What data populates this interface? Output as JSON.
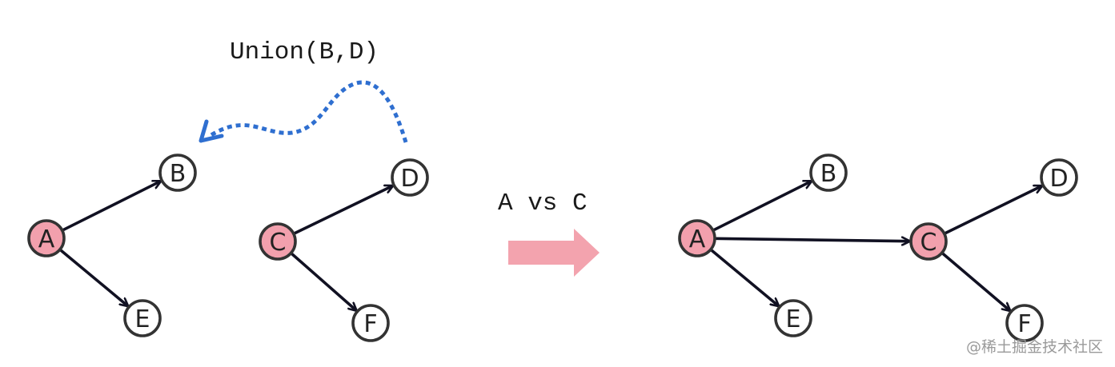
{
  "diagram": {
    "operation_label": "Union(B,D)",
    "comparison_label": "A vs C",
    "watermark": "@稀土掘金技术社区",
    "colors": {
      "root_fill": "#f2a0ad",
      "node_fill": "#ffffff",
      "node_stroke": "#333333",
      "edge": "#111122",
      "union_arrow": "#2f6fd0",
      "transition_arrow": "#f3a3ae"
    },
    "before": {
      "nodes": [
        {
          "id": "A",
          "label": "A",
          "root": true
        },
        {
          "id": "B",
          "label": "B",
          "root": false
        },
        {
          "id": "E",
          "label": "E",
          "root": false
        },
        {
          "id": "C",
          "label": "C",
          "root": true
        },
        {
          "id": "D",
          "label": "D",
          "root": false
        },
        {
          "id": "F",
          "label": "F",
          "root": false
        }
      ],
      "edges": [
        {
          "from": "A",
          "to": "B"
        },
        {
          "from": "A",
          "to": "E"
        },
        {
          "from": "C",
          "to": "D"
        },
        {
          "from": "C",
          "to": "F"
        }
      ],
      "union_arrow": {
        "from": "D",
        "to": "B"
      }
    },
    "after": {
      "nodes": [
        {
          "id": "A",
          "label": "A",
          "root": true
        },
        {
          "id": "B",
          "label": "B",
          "root": false
        },
        {
          "id": "E",
          "label": "E",
          "root": false
        },
        {
          "id": "C",
          "label": "C",
          "root": true
        },
        {
          "id": "D",
          "label": "D",
          "root": false
        },
        {
          "id": "F",
          "label": "F",
          "root": false
        }
      ],
      "edges": [
        {
          "from": "A",
          "to": "B"
        },
        {
          "from": "A",
          "to": "E"
        },
        {
          "from": "A",
          "to": "C"
        },
        {
          "from": "C",
          "to": "D"
        },
        {
          "from": "C",
          "to": "F"
        }
      ]
    }
  }
}
